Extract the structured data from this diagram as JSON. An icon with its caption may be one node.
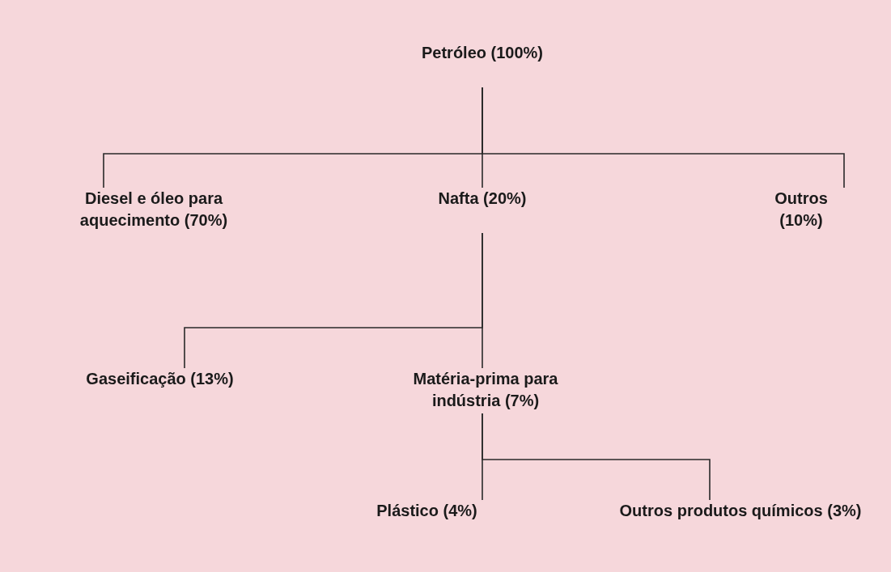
{
  "diagram": {
    "nodes": [
      {
        "text": [
          "Petróleo (100%)"
        ]
      },
      {
        "text": [
          "Diesel e óleo para aquecimento (70%)"
        ]
      },
      {
        "text": [
          "Nafta (20%)"
        ]
      },
      {
        "text": [
          "Outros (10%)"
        ]
      },
      {
        "text": [
          "Gaseificação (13%)"
        ]
      },
      {
        "text": [
          "Matéria-prima para indústria (7%)"
        ]
      },
      {
        "text": [
          "Plástico (4%)"
        ]
      },
      {
        "text": [
          "Outros produtos químicos (3%)"
        ]
      }
    ],
    "edges": [
      {
        "from": 0,
        "to": 1,
        "arrow": "none"
      },
      {
        "from": 0,
        "to": 2,
        "arrow": "none"
      },
      {
        "from": 0,
        "to": 3,
        "arrow": "none"
      },
      {
        "from": 2,
        "to": 4,
        "arrow": "none"
      },
      {
        "from": 2,
        "to": 5,
        "arrow": "none"
      },
      {
        "from": 5,
        "to": 6,
        "arrow": "none"
      },
      {
        "from": 5,
        "to": 7,
        "arrow": "none"
      }
    ]
  }
}
